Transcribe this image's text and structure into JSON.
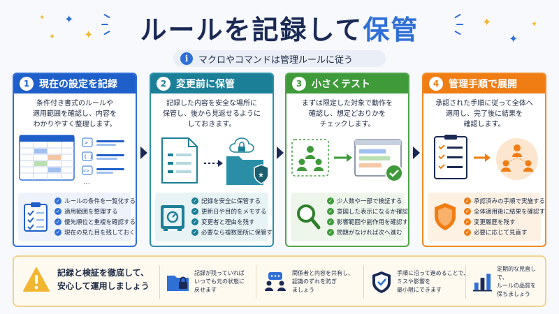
{
  "header": {
    "title_main": "ルールを記録して",
    "title_accent": "保管",
    "subtitle": "マクロやコマンドは管理ルールに従う",
    "info_icon": "info-icon"
  },
  "steps": [
    {
      "number": "1",
      "title": "現在の設定を記録",
      "desc": "条件付き書式のルールや\n適用範囲を確認し、内容を\nわかりやすく整理します。",
      "checks": [
        "ルールの条件を一覧化する",
        "適用範囲を整理する",
        "優先順位と重複を確認する",
        "現在の見た目を残しておく"
      ],
      "icon": "clipboard-icon",
      "color": "#1f5fc9"
    },
    {
      "number": "2",
      "title": "変更前に保管",
      "desc": "記録した内容を安全な場所に\n保管し、後から見返せるように\nしておきます。",
      "checks": [
        "記録を安全に保管する",
        "更新日や目的をメモする",
        "変更者と理由を残す",
        "必要なら複数箇所に保管する"
      ],
      "icon": "safe-icon",
      "color": "#1c7f98"
    },
    {
      "number": "3",
      "title": "小さくテスト",
      "desc": "まずは限定した対象で動作を\n確認し、想定どおりかを\nチェックします。",
      "checks": [
        "少人数や一部で検証する",
        "意図した表示になるか確認する",
        "影響範囲や副作用を確認する",
        "問題がなければ次へ進む"
      ],
      "icon": "magnifier-icon",
      "color": "#3f9a3a"
    },
    {
      "number": "4",
      "title": "管理手順で展開",
      "desc": "承認された手順に従って全体へ\n適用し、完了後に結果を\n確認します。",
      "checks": [
        "承認済みの手順で実施する",
        "全体適用後に結果を確認する",
        "変更履歴を残す",
        "必要に応じて見直す"
      ],
      "icon": "shield-icon",
      "color": "#ef7d14"
    }
  ],
  "footer": {
    "main": "記録と検証を徹底して、\n安心して運用しましょう",
    "tips": [
      {
        "text": "記録が残っていれば\nいつでも元の状態に\n戻せます",
        "icon": "locked-folder-icon"
      },
      {
        "text": "関係者と内容を共有し、\n認識のずれを防ぎ\nましょう",
        "icon": "team-chat-icon"
      },
      {
        "text": "手順に沿って進めることで、\nミスや影響を\n最小限にできます",
        "icon": "shield-check-icon"
      },
      {
        "text": "定期的な見直しで、\nルールの品質を\n保ちましょう",
        "icon": "bar-chart-icon"
      }
    ]
  },
  "colors": {
    "navy": "#1b2a55",
    "blue": "#1f5fc9",
    "teal": "#1c7f98",
    "green": "#3f9a3a",
    "orange": "#ef7d14",
    "warning": "#f2b632"
  }
}
